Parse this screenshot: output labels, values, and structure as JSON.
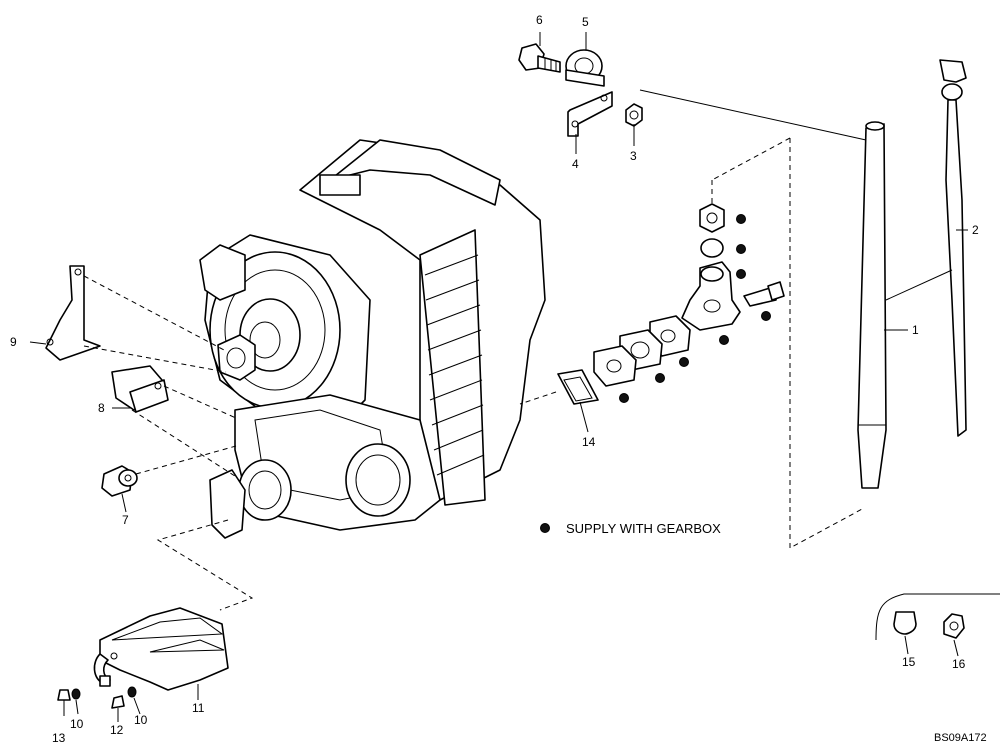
{
  "drawing_code": "BS09A172",
  "legend_text": "SUPPLY WITH GEARBOX",
  "colors": {
    "ink": "#000000",
    "paper": "#ffffff"
  },
  "callouts": {
    "c1": "1",
    "c2": "2",
    "c3": "3",
    "c4": "4",
    "c5": "5",
    "c6": "6",
    "c7": "7",
    "c8": "8",
    "c9": "9",
    "c10a": "10",
    "c10b": "10",
    "c11": "11",
    "c12": "12",
    "c13": "13",
    "c14": "14",
    "c15": "15",
    "c16": "16"
  }
}
